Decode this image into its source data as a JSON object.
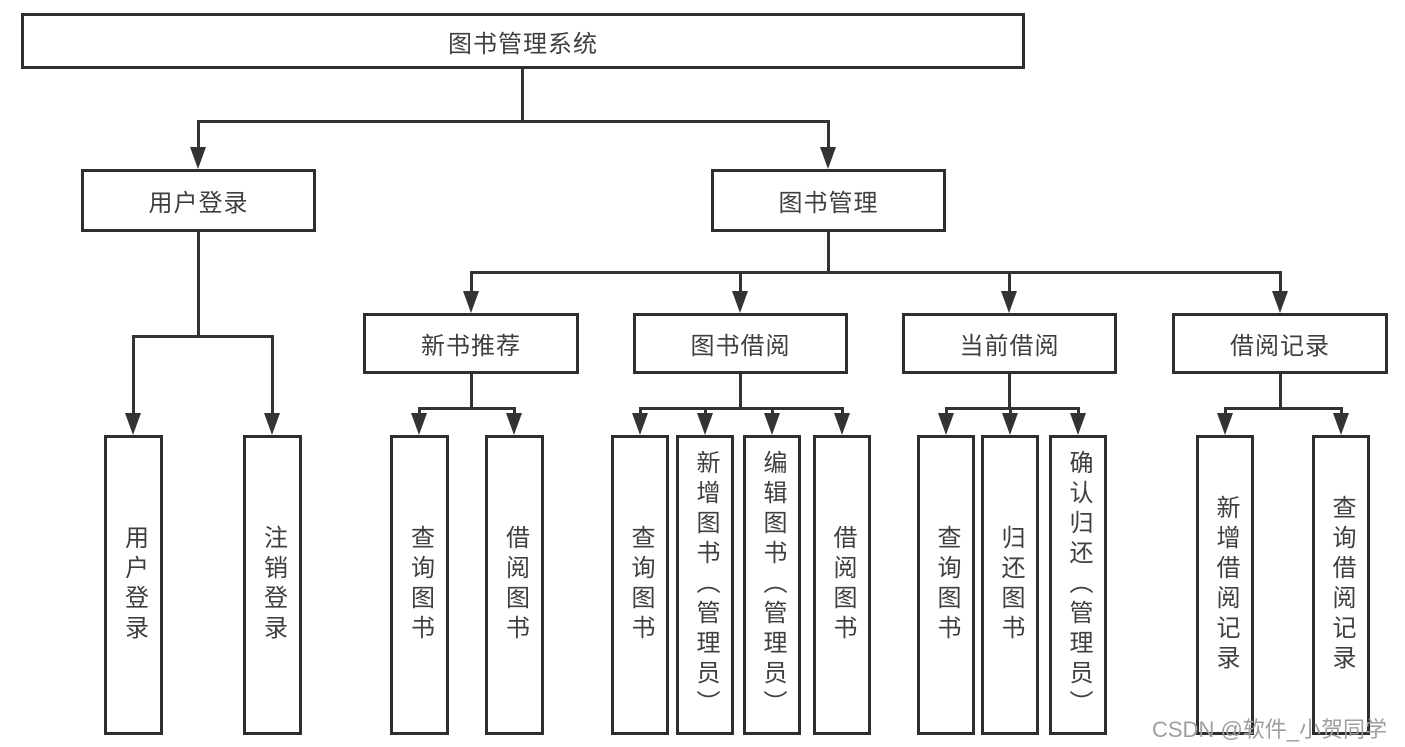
{
  "diagram": {
    "type": "tree",
    "title": "图书管理系统",
    "colors": {
      "line": "#333333",
      "border": "#2e2e2e",
      "text": "#3f3f3f",
      "watermark": "#9e9e9e",
      "background": "#ffffff"
    },
    "root": {
      "label": "图书管理系统"
    },
    "level2": [
      {
        "label": "用户登录"
      },
      {
        "label": "图书管理"
      }
    ],
    "level3": [
      {
        "label": "新书推荐"
      },
      {
        "label": "图书借阅"
      },
      {
        "label": "当前借阅"
      },
      {
        "label": "借阅记录"
      }
    ],
    "leaves": {
      "user_login": [
        "用户登录",
        "注销登录"
      ],
      "new_book": [
        "查询图书",
        "借阅图书"
      ],
      "book_borrow": [
        "查询图书",
        "新增图书（管理员）",
        "编辑图书（管理员）",
        "借阅图书"
      ],
      "current_borrow": [
        "查询图书",
        "归还图书",
        "确认归还（管理员）"
      ],
      "borrow_record": [
        "新增借阅记录",
        "查询借阅记录"
      ]
    },
    "watermark": "CSDN @软件_小贺同学"
  }
}
